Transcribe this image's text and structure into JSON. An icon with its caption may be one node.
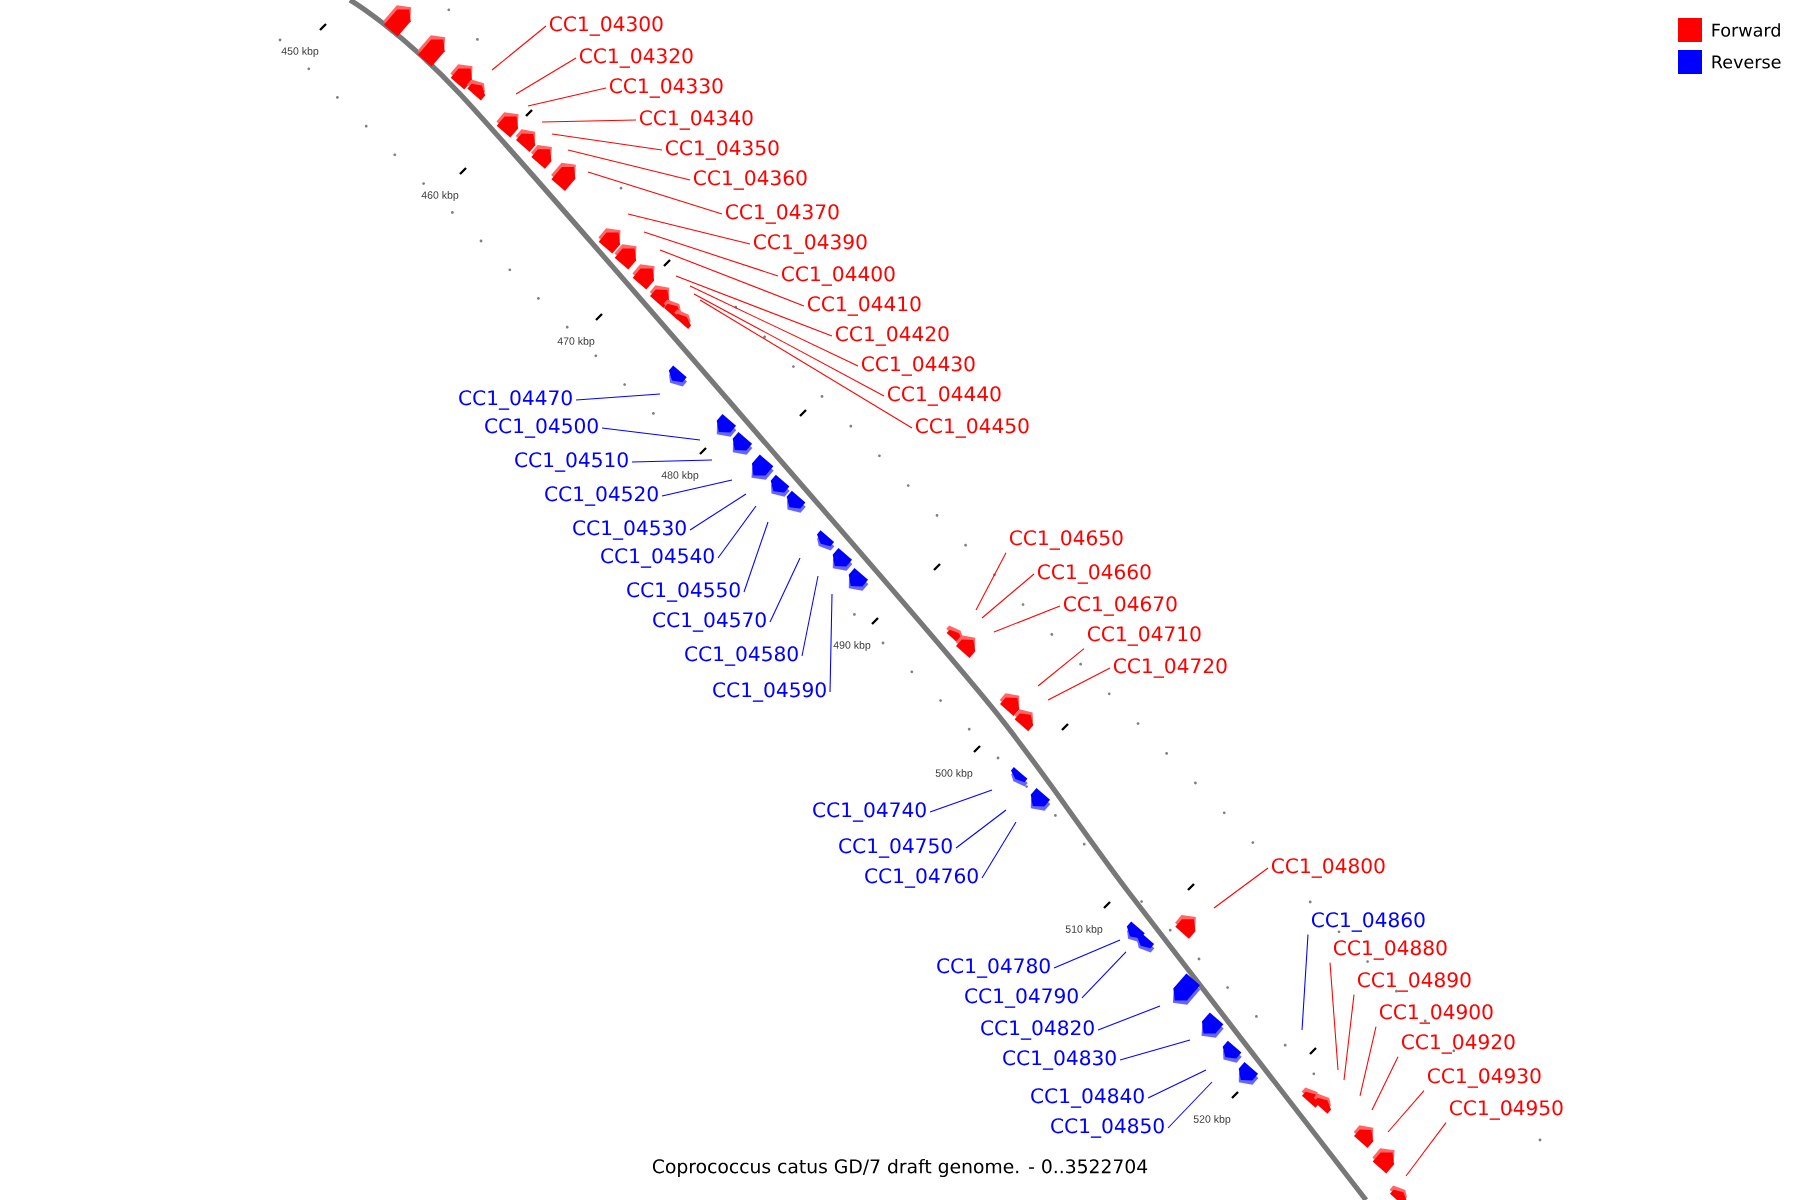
{
  "diagram": {
    "caption": "Coprococcus catus GD/7 draft genome. - 0..3522704",
    "nodes": [
      {
        "text": [
          "CC1_04300"
        ]
      },
      {
        "text": [
          "CC1_04320"
        ]
      },
      {
        "text": [
          "CC1_04330"
        ]
      },
      {
        "text": [
          "CC1_04340"
        ]
      },
      {
        "text": [
          "CC1_04350"
        ]
      },
      {
        "text": [
          "CC1_04360"
        ]
      },
      {
        "text": [
          "CC1_04370"
        ]
      },
      {
        "text": [
          "CC1_04390"
        ]
      },
      {
        "text": [
          "CC1_04400"
        ]
      },
      {
        "text": [
          "CC1_04410"
        ]
      },
      {
        "text": [
          "CC1_04420"
        ]
      },
      {
        "text": [
          "CC1_04430"
        ]
      },
      {
        "text": [
          "CC1_04440"
        ]
      },
      {
        "text": [
          "CC1_04450"
        ]
      },
      {
        "text": [
          "CC1_04470"
        ]
      },
      {
        "text": [
          "CC1_04500"
        ]
      },
      {
        "text": [
          "CC1_04510"
        ]
      },
      {
        "text": [
          "CC1_04520"
        ]
      },
      {
        "text": [
          "CC1_04530"
        ]
      },
      {
        "text": [
          "CC1_04540"
        ]
      },
      {
        "text": [
          "CC1_04550"
        ]
      },
      {
        "text": [
          "CC1_04570"
        ]
      },
      {
        "text": [
          "CC1_04580"
        ]
      },
      {
        "text": [
          "CC1_04590"
        ]
      },
      {
        "text": [
          "CC1_04650"
        ]
      },
      {
        "text": [
          "CC1_04660"
        ]
      },
      {
        "text": [
          "CC1_04670"
        ]
      },
      {
        "text": [
          "CC1_04710"
        ]
      },
      {
        "text": [
          "CC1_04720"
        ]
      },
      {
        "text": [
          "CC1_04740"
        ]
      },
      {
        "text": [
          "CC1_04750"
        ]
      },
      {
        "text": [
          "CC1_04760"
        ]
      },
      {
        "text": [
          "CC1_04780"
        ]
      },
      {
        "text": [
          "CC1_04790"
        ]
      },
      {
        "text": [
          "CC1_04800"
        ]
      },
      {
        "text": [
          "CC1_04820"
        ]
      },
      {
        "text": [
          "CC1_04830"
        ]
      },
      {
        "text": [
          "CC1_04840"
        ]
      },
      {
        "text": [
          "CC1_04850"
        ]
      },
      {
        "text": [
          "CC1_04860"
        ]
      },
      {
        "text": [
          "CC1_04880"
        ]
      },
      {
        "text": [
          "CC1_04890"
        ]
      },
      {
        "text": [
          "CC1_04900"
        ]
      },
      {
        "text": [
          "CC1_04920"
        ]
      },
      {
        "text": [
          "CC1_04930"
        ]
      },
      {
        "text": [
          "CC1_04950"
        ]
      }
    ],
    "edges": [
      {
        "from": 0,
        "to": null,
        "arrow": "none"
      },
      {
        "from": 1,
        "to": null,
        "arrow": "none"
      },
      {
        "from": 2,
        "to": null,
        "arrow": "none"
      },
      {
        "from": 3,
        "to": null,
        "arrow": "none"
      },
      {
        "from": 4,
        "to": null,
        "arrow": "none"
      },
      {
        "from": 5,
        "to": null,
        "arrow": "none"
      },
      {
        "from": 6,
        "to": null,
        "arrow": "none"
      },
      {
        "from": 7,
        "to": null,
        "arrow": "none"
      },
      {
        "from": 8,
        "to": null,
        "arrow": "none"
      },
      {
        "from": 9,
        "to": null,
        "arrow": "none"
      },
      {
        "from": 10,
        "to": null,
        "arrow": "none"
      },
      {
        "from": 11,
        "to": null,
        "arrow": "none"
      },
      {
        "from": 12,
        "to": null,
        "arrow": "none"
      },
      {
        "from": 13,
        "to": null,
        "arrow": "none"
      },
      {
        "from": 14,
        "to": null,
        "arrow": "none",
        "color": "#0000ff"
      },
      {
        "from": 15,
        "to": null,
        "arrow": "none",
        "color": "#0000ff"
      },
      {
        "from": 16,
        "to": null,
        "arrow": "none",
        "color": "#0000ff"
      },
      {
        "from": 17,
        "to": null,
        "arrow": "none",
        "color": "#0000ff"
      },
      {
        "from": 18,
        "to": null,
        "arrow": "none",
        "color": "#0000ff"
      },
      {
        "from": 19,
        "to": null,
        "arrow": "none",
        "color": "#0000ff"
      },
      {
        "from": 20,
        "to": null,
        "arrow": "none",
        "color": "#0000ff"
      },
      {
        "from": 21,
        "to": null,
        "arrow": "none",
        "color": "#0000ff"
      },
      {
        "from": 22,
        "to": null,
        "arrow": "none",
        "color": "#0000ff"
      },
      {
        "from": 23,
        "to": null,
        "arrow": "none",
        "color": "#0000ff"
      },
      {
        "from": 24,
        "to": null,
        "arrow": "none"
      },
      {
        "from": 25,
        "to": null,
        "arrow": "none"
      },
      {
        "from": 26,
        "to": null,
        "arrow": "none"
      },
      {
        "from": 27,
        "to": null,
        "arrow": "none"
      },
      {
        "from": 28,
        "to": null,
        "arrow": "none"
      },
      {
        "from": 29,
        "to": null,
        "arrow": "none",
        "color": "#0000ff"
      },
      {
        "from": 30,
        "to": null,
        "arrow": "none",
        "color": "#0000ff"
      },
      {
        "from": 31,
        "to": null,
        "arrow": "none",
        "color": "#0000ff"
      },
      {
        "from": 32,
        "to": null,
        "arrow": "none",
        "color": "#0000ff"
      },
      {
        "from": 33,
        "to": null,
        "arrow": "none",
        "color": "#0000ff"
      },
      {
        "from": 34,
        "to": null,
        "arrow": "none"
      },
      {
        "from": 35,
        "to": null,
        "arrow": "none",
        "color": "#0000ff"
      },
      {
        "from": 36,
        "to": null,
        "arrow": "none",
        "color": "#0000ff"
      },
      {
        "from": 37,
        "to": null,
        "arrow": "none",
        "color": "#0000ff"
      },
      {
        "from": 38,
        "to": null,
        "arrow": "none",
        "color": "#0000ff"
      },
      {
        "from": 39,
        "to": null,
        "arrow": "none",
        "color": "#0000ff"
      },
      {
        "from": 40,
        "to": null,
        "arrow": "none"
      },
      {
        "from": 41,
        "to": null,
        "arrow": "none"
      },
      {
        "from": 42,
        "to": null,
        "arrow": "none"
      },
      {
        "from": 43,
        "to": null,
        "arrow": "none"
      },
      {
        "from": 44,
        "to": null,
        "arrow": "none"
      },
      {
        "from": 45,
        "to": null,
        "arrow": "none"
      }
    ],
    "labels": [
      "450 kbp",
      "460 kbp",
      "470 kbp",
      "480 kbp",
      "490 kbp",
      "500 kbp",
      "510 kbp",
      "520 kbp"
    ],
    "legend": [
      {
        "text": "Forward",
        "color": "#ff0000"
      },
      {
        "text": "Reverse",
        "color": "#0000ff"
      }
    ]
  }
}
